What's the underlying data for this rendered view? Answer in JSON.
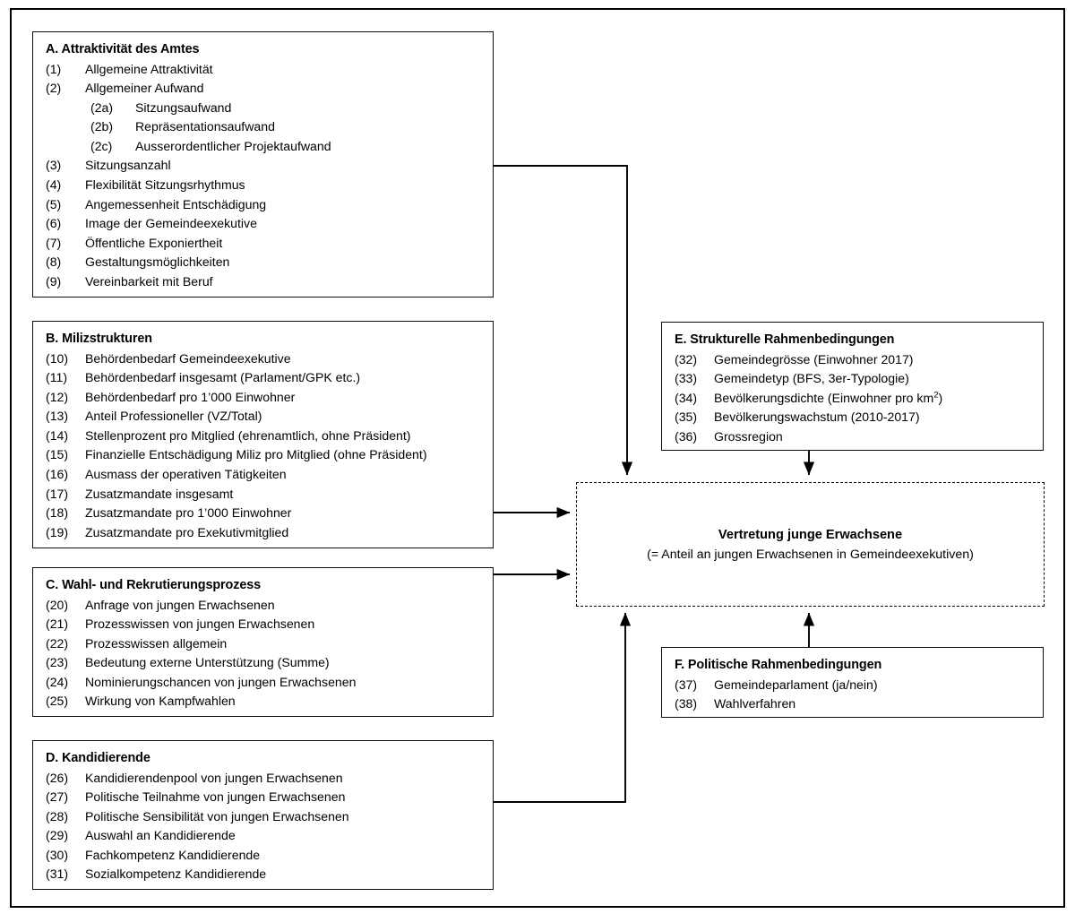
{
  "diagram": {
    "title_hidden": "",
    "outcome": {
      "title": "Vertretung junge Erwachsene",
      "subtitle": "(= Anteil an jungen Erwachsenen in Gemeindeexekutiven)"
    },
    "boxes": [
      {
        "id": "A",
        "title": "A. Attraktivität des Amtes",
        "items": [
          {
            "num": "(1)",
            "label": "Allgemeine Attraktivität",
            "sub": false
          },
          {
            "num": "(2)",
            "label": "Allgemeiner Aufwand",
            "sub": false
          },
          {
            "num": "(2a)",
            "label": "Sitzungsaufwand",
            "sub": true
          },
          {
            "num": "(2b)",
            "label": "Repräsentationsaufwand",
            "sub": true
          },
          {
            "num": "(2c)",
            "label": "Ausserordentlicher Projektaufwand",
            "sub": true
          },
          {
            "num": "(3)",
            "label": "Sitzungsanzahl",
            "sub": false
          },
          {
            "num": "(4)",
            "label": "Flexibilität Sitzungsrhythmus",
            "sub": false
          },
          {
            "num": "(5)",
            "label": "Angemessenheit Entschädigung",
            "sub": false
          },
          {
            "num": "(6)",
            "label": "Image der Gemeindeexekutive",
            "sub": false
          },
          {
            "num": "(7)",
            "label": "Öffentliche Exponiertheit",
            "sub": false
          },
          {
            "num": "(8)",
            "label": "Gestaltungsmöglichkeiten",
            "sub": false
          },
          {
            "num": "(9)",
            "label": "Vereinbarkeit mit Beruf",
            "sub": false
          }
        ]
      },
      {
        "id": "B",
        "title": "B. Milizstrukturen",
        "items": [
          {
            "num": "(10)",
            "label": "Behördenbedarf Gemeindeexekutive",
            "sub": false
          },
          {
            "num": "(11)",
            "label": "Behördenbedarf insgesamt (Parlament/GPK etc.)",
            "sub": false
          },
          {
            "num": "(12)",
            "label": "Behördenbedarf pro 1’000 Einwohner",
            "sub": false
          },
          {
            "num": "(13)",
            "label": "Anteil Professioneller (VZ/Total)",
            "sub": false
          },
          {
            "num": "(14)",
            "label": "Stellenprozent pro Mitglied (ehrenamtlich, ohne Präsident)",
            "sub": false
          },
          {
            "num": "(15)",
            "label": "Finanzielle Entschädigung Miliz pro Mitglied (ohne Präsident)",
            "sub": false
          },
          {
            "num": "(16)",
            "label": "Ausmass der operativen Tätigkeiten",
            "sub": false
          },
          {
            "num": "(17)",
            "label": "Zusatzmandate insgesamt",
            "sub": false
          },
          {
            "num": "(18)",
            "label": "Zusatzmandate pro 1’000 Einwohner",
            "sub": false
          },
          {
            "num": "(19)",
            "label": "Zusatzmandate pro Exekutivmitglied",
            "sub": false
          }
        ]
      },
      {
        "id": "C",
        "title": "C. Wahl- und Rekrutierungsprozess",
        "items": [
          {
            "num": "(20)",
            "label": "Anfrage von jungen Erwachsenen",
            "sub": false
          },
          {
            "num": "(21)",
            "label": "Prozesswissen von jungen Erwachsenen",
            "sub": false
          },
          {
            "num": "(22)",
            "label": "Prozesswissen allgemein",
            "sub": false
          },
          {
            "num": "(23)",
            "label": "Bedeutung externe Unterstützung (Summe)",
            "sub": false
          },
          {
            "num": "(24)",
            "label": "Nominierungschancen von jungen Erwachsenen",
            "sub": false
          },
          {
            "num": "(25)",
            "label": "Wirkung von Kampfwahlen",
            "sub": false
          }
        ]
      },
      {
        "id": "D",
        "title": "D. Kandidierende",
        "items": [
          {
            "num": "(26)",
            "label": "Kandidierendenpool von jungen Erwachsenen",
            "sub": false
          },
          {
            "num": "(27)",
            "label": "Politische Teilnahme von jungen Erwachsenen",
            "sub": false
          },
          {
            "num": "(28)",
            "label": "Politische Sensibilität von jungen Erwachsenen",
            "sub": false
          },
          {
            "num": "(29)",
            "label": "Auswahl an Kandidierende",
            "sub": false
          },
          {
            "num": "(30)",
            "label": "Fachkompetenz Kandidierende",
            "sub": false
          },
          {
            "num": "(31)",
            "label": "Sozialkompetenz Kandidierende",
            "sub": false
          }
        ]
      },
      {
        "id": "E",
        "title": "E. Strukturelle Rahmenbedingungen",
        "items": [
          {
            "num": "(32)",
            "label": "Gemeindegrösse (Einwohner 2017)",
            "sub": false
          },
          {
            "num": "(33)",
            "label": "Gemeindetyp (BFS, 3er-Typologie)",
            "sub": false
          },
          {
            "num": "(34)",
            "label": "Bevölkerungsdichte (Einwohner pro km²)",
            "sub": false,
            "html": "Bevölkerungsdichte (Einwohner pro km<sup>2</sup>)"
          },
          {
            "num": "(35)",
            "label": "Bevölkerungswachstum (2010-2017)",
            "sub": false
          },
          {
            "num": "(36)",
            "label": "Grossregion",
            "sub": false
          }
        ]
      },
      {
        "id": "F",
        "title": "F. Politische Rahmenbedingungen",
        "items": [
          {
            "num": "(37)",
            "label": "Gemeindeparlament (ja/nein)",
            "sub": false
          },
          {
            "num": "(38)",
            "label": "Wahlverfahren",
            "sub": false
          }
        ]
      }
    ],
    "connectors": [
      {
        "from": "A",
        "to": "outcome",
        "arrow": "down"
      },
      {
        "from": "B",
        "to": "outcome",
        "arrow": "right"
      },
      {
        "from": "C",
        "to": "outcome",
        "arrow": "right"
      },
      {
        "from": "D",
        "to": "outcome",
        "arrow": "up"
      },
      {
        "from": "E",
        "to": "outcome",
        "arrow": "down"
      },
      {
        "from": "F",
        "to": "outcome",
        "arrow": "up"
      }
    ],
    "colors": {
      "line": "#000000",
      "box_border": "#0d0d0d",
      "background": "#ffffff"
    }
  }
}
